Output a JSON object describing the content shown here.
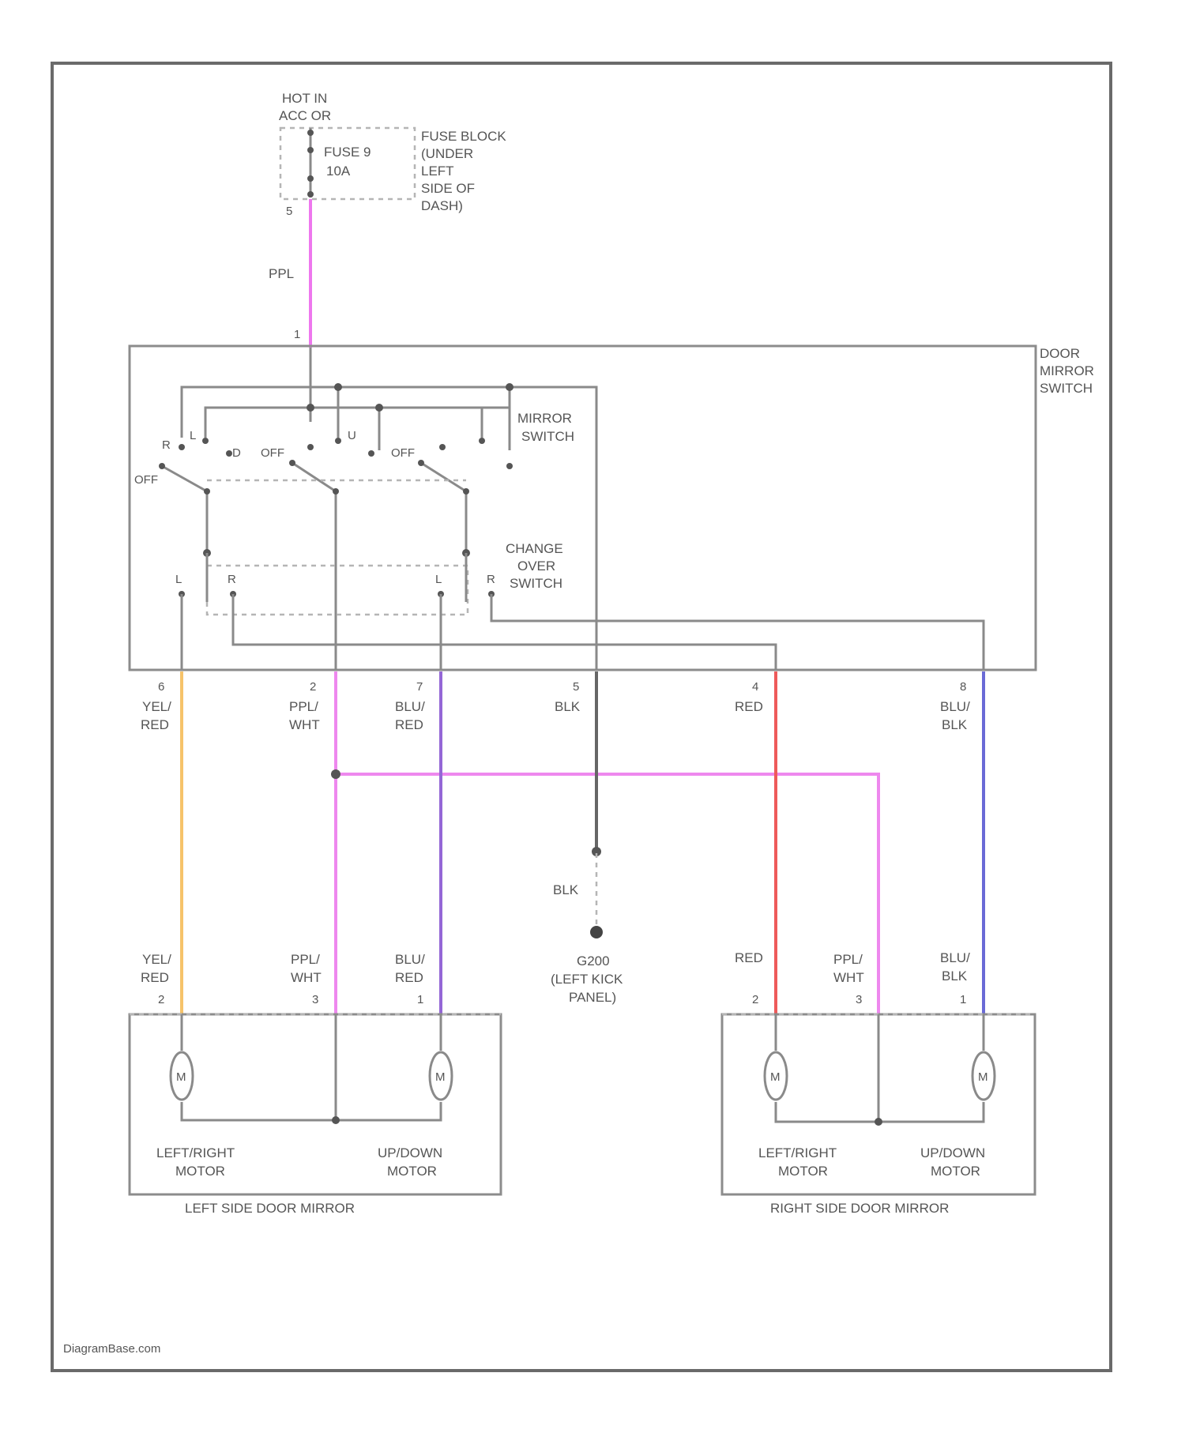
{
  "power": {
    "line1": "HOT IN",
    "line2": "ACC OR",
    "pin": "5"
  },
  "fuse": {
    "name": "FUSE 9",
    "rating": "10A"
  },
  "fuse_block": {
    "line1": "FUSE BLOCK",
    "line2": "(UNDER",
    "line3": "LEFT",
    "line4": "SIDE OF",
    "line5": "DASH)"
  },
  "feed_wire": {
    "color_label": "PPL",
    "pin": "1",
    "color": "#ee77ee"
  },
  "door_mirror_switch": {
    "line1": "DOOR",
    "line2": "MIRROR",
    "line3": "SWITCH"
  },
  "mirror_switch": {
    "line1": "MIRROR",
    "line2": "SWITCH",
    "positions": [
      "R",
      "L",
      "D",
      "U",
      "OFF"
    ]
  },
  "change_over_switch": {
    "line1": "CHANGE",
    "line2": "OVER",
    "line3": "SWITCH",
    "positions": [
      "L",
      "R"
    ]
  },
  "switch_pins": [
    "6",
    "2",
    "7",
    "5",
    "4",
    "8"
  ],
  "wires": [
    {
      "label1": "YEL/",
      "label2": "RED",
      "color": "#f6c36a"
    },
    {
      "label1": "PPL/",
      "label2": "WHT",
      "color": "#ee88ee"
    },
    {
      "label1": "BLU/",
      "label2": "RED",
      "color": "#9467d6"
    },
    {
      "label1": "BLK",
      "label2": "",
      "color": "#666666"
    },
    {
      "label1": "RED",
      "label2": "",
      "color": "#ee5a5a"
    },
    {
      "label1": "BLU/",
      "label2": "BLK",
      "color": "#6a6ad6"
    }
  ],
  "ground": {
    "wire_label": "BLK",
    "line1": "G200",
    "line2": "(LEFT KICK",
    "line3": "PANEL)"
  },
  "left_mirror": {
    "title": "LEFT SIDE DOOR MIRROR",
    "wires": [
      [
        "YEL/",
        "RED"
      ],
      [
        "PPL/",
        "WHT"
      ],
      [
        "BLU/",
        "RED"
      ]
    ],
    "pins": [
      "2",
      "3",
      "1"
    ],
    "motor1": [
      "LEFT/RIGHT",
      "MOTOR"
    ],
    "motor2": [
      "UP/DOWN",
      "MOTOR"
    ],
    "motor_symbol": "M"
  },
  "right_mirror": {
    "title": "RIGHT SIDE DOOR MIRROR",
    "wires": [
      [
        "RED",
        ""
      ],
      [
        "PPL/",
        "WHT"
      ],
      [
        "BLU/",
        "BLK"
      ]
    ],
    "pins": [
      "2",
      "3",
      "1"
    ],
    "motor1": [
      "LEFT/RIGHT",
      "MOTOR"
    ],
    "motor2": [
      "UP/DOWN",
      "MOTOR"
    ],
    "motor_symbol": "M"
  },
  "watermark": "DiagramBase.com"
}
